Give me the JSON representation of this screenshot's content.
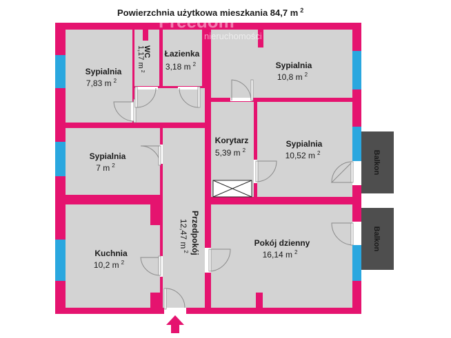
{
  "title": "Powierzchnia użytkowa mieszkania 84,7 m",
  "title_sup": "2",
  "watermark": {
    "brand": "Freedom",
    "sub": "nieruchomości"
  },
  "colors": {
    "wall": "#e5136f",
    "floor": "#d3d3d3",
    "window": "#2aa7df",
    "balcony": "#4e4e4e",
    "door_line": "#8a8a8a"
  },
  "rooms": [
    {
      "name": "Sypialnia",
      "area": "7,83 m",
      "unit_sup": "2"
    },
    {
      "name": "WC",
      "area": "1,17 m",
      "unit_sup": "2"
    },
    {
      "name": "Łazienka",
      "area": "3,18 m",
      "unit_sup": "2"
    },
    {
      "name": "Sypialnia",
      "area": "10,8 m",
      "unit_sup": "2"
    },
    {
      "name": "Sypialnia",
      "area": "7 m",
      "unit_sup": "2"
    },
    {
      "name": "Korytarz",
      "area": "5,39 m",
      "unit_sup": "2"
    },
    {
      "name": "Sypialnia",
      "area": "10,52 m",
      "unit_sup": "2"
    },
    {
      "name": "Kuchnia",
      "area": "10,2 m",
      "unit_sup": "2"
    },
    {
      "name": "Przedpokój",
      "area": "12,47 m",
      "unit_sup": "2"
    },
    {
      "name": "Pokój dzienny",
      "area": "16,14 m",
      "unit_sup": "2"
    }
  ],
  "balconies": [
    {
      "label": "Balkon"
    },
    {
      "label": "Balkon"
    }
  ],
  "entrance_arrow_icon": "arrow-up-icon"
}
